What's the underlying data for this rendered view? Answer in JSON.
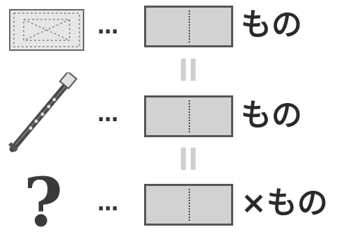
{
  "rows": [
    {
      "item": "paper-icon",
      "dots": "…",
      "label": "もの"
    },
    {
      "item": "recorder-icon",
      "dots": "…",
      "label": "もの"
    },
    {
      "item": "question-mark-icon",
      "dots": "…",
      "label": "×もの"
    }
  ],
  "question_mark": "?",
  "colors": {
    "box_fill": "#d2d2d2",
    "box_border": "#555555",
    "equals": "#cfcfcf",
    "text": "#2a2a2a"
  }
}
